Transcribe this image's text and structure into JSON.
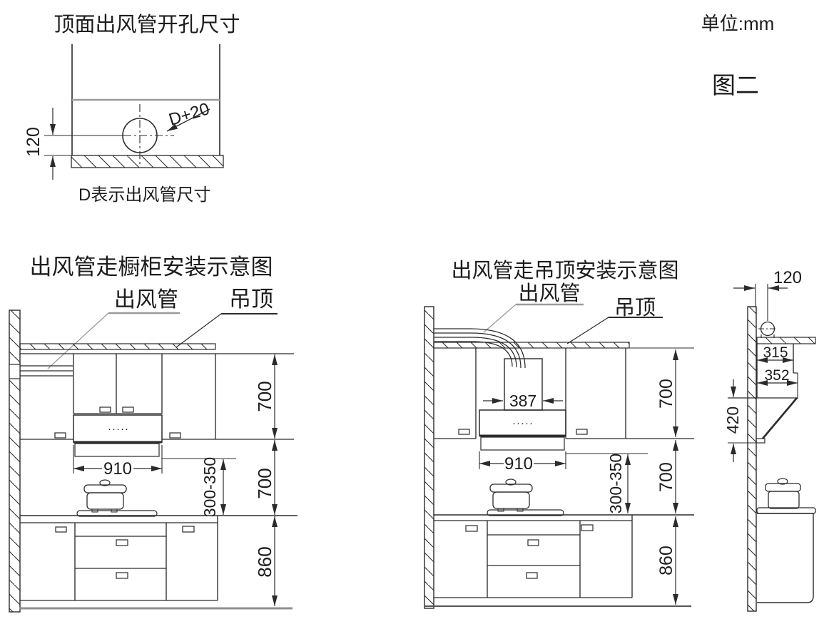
{
  "page": {
    "unit_label": "单位:mm",
    "figure_label": "图二"
  },
  "hole_diagram": {
    "title": "顶面出风管开孔尺寸",
    "note": "D表示出风管尺寸",
    "offset_dim": "120",
    "hole_dim": "D+20"
  },
  "cabinet_route": {
    "title": "出风管走橱柜安装示意图",
    "duct_label": "出风管",
    "ceiling_label": "吊顶",
    "hood_width": "910",
    "upper_height": "700",
    "mid_height": "700",
    "base_height": "860",
    "hood_clearance": "300-350",
    "hood_vents": "·····"
  },
  "ceiling_route": {
    "title": "出风管走吊顶安装示意图",
    "duct_label": "出风管",
    "ceiling_label": "吊顶",
    "chimney_width": "387",
    "hood_width": "910",
    "upper_height": "700",
    "mid_height": "700",
    "base_height": "860",
    "hood_clearance": "300-350",
    "hood_vents": "·····"
  },
  "side_view": {
    "duct_offset": "120",
    "top_depth": "315",
    "body_depth": "352",
    "hood_height": "420"
  },
  "colors": {
    "line": "#2b2b2b",
    "gray": "#9b9b9b"
  }
}
